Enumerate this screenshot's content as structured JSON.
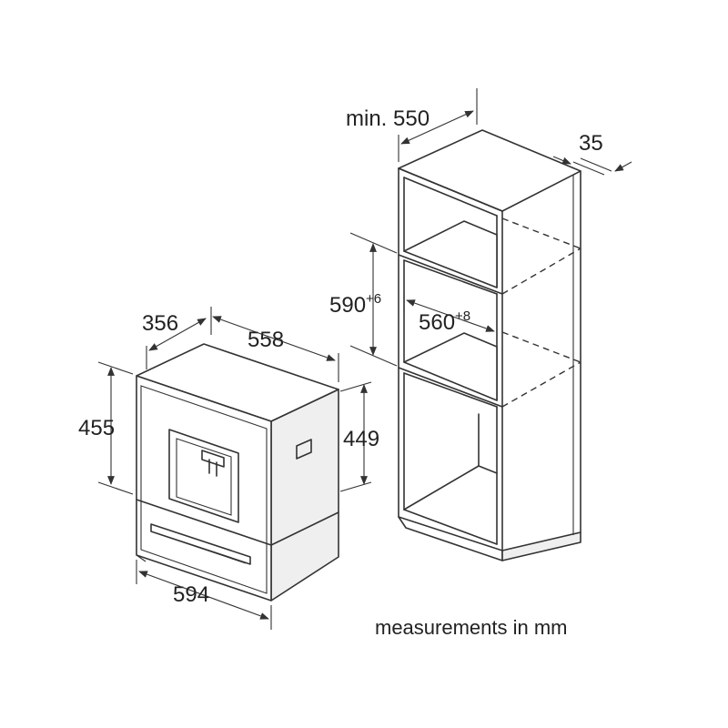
{
  "appliance": {
    "dims": {
      "depth": "356",
      "width_top": "558",
      "height_front": "455",
      "height_side": "449",
      "width_front": "594"
    }
  },
  "cabinet": {
    "dims": {
      "min_depth": "min. 550",
      "panel": "35",
      "niche_height": "590",
      "niche_height_tol": "+6",
      "niche_width": "560",
      "niche_width_tol": "+8"
    }
  },
  "note": "measurements in mm"
}
